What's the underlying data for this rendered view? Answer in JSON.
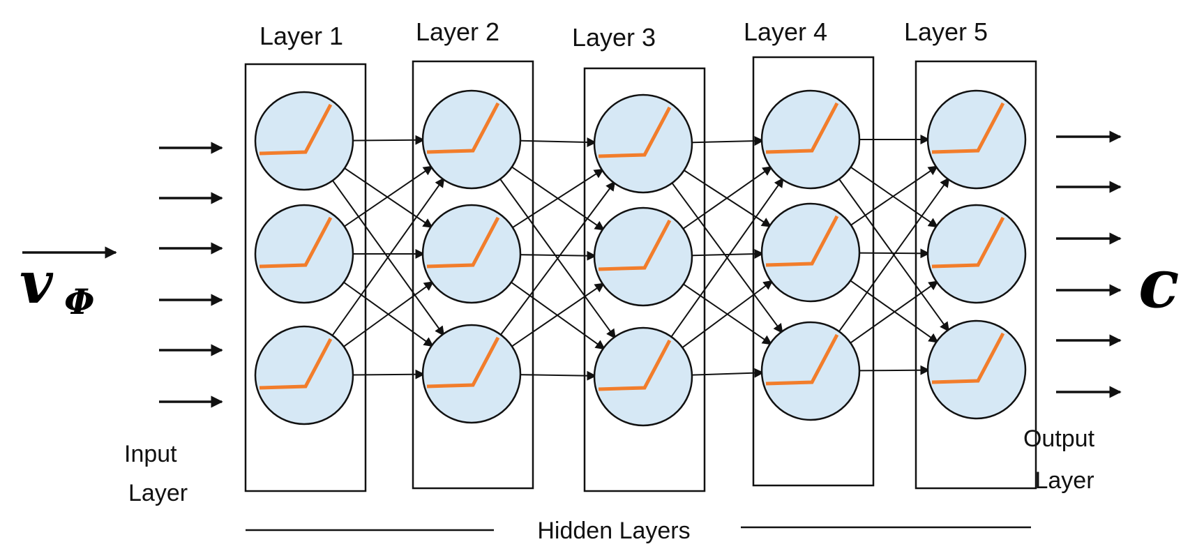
{
  "diagram": {
    "layers": [
      {
        "title": "Layer 1",
        "neurons": 3
      },
      {
        "title": "Layer 2",
        "neurons": 3
      },
      {
        "title": "Layer 3",
        "neurons": 3
      },
      {
        "title": "Layer 4",
        "neurons": 3
      },
      {
        "title": "Layer 5",
        "neurons": 3
      }
    ],
    "input_label_line1": "Input",
    "input_label_line2": "Layer",
    "output_label_line1": "Output",
    "output_label_line2": "Layer",
    "hidden_label": "Hidden Layers",
    "input_symbol": "v",
    "input_symbol_subscript": "Φ",
    "output_symbol": "c",
    "input_arrow_count": 6,
    "output_arrow_count": 6,
    "neuron_fill": "#d6e8f5",
    "activation_color": "#f27d2b",
    "activation_icon": "relu-icon"
  }
}
